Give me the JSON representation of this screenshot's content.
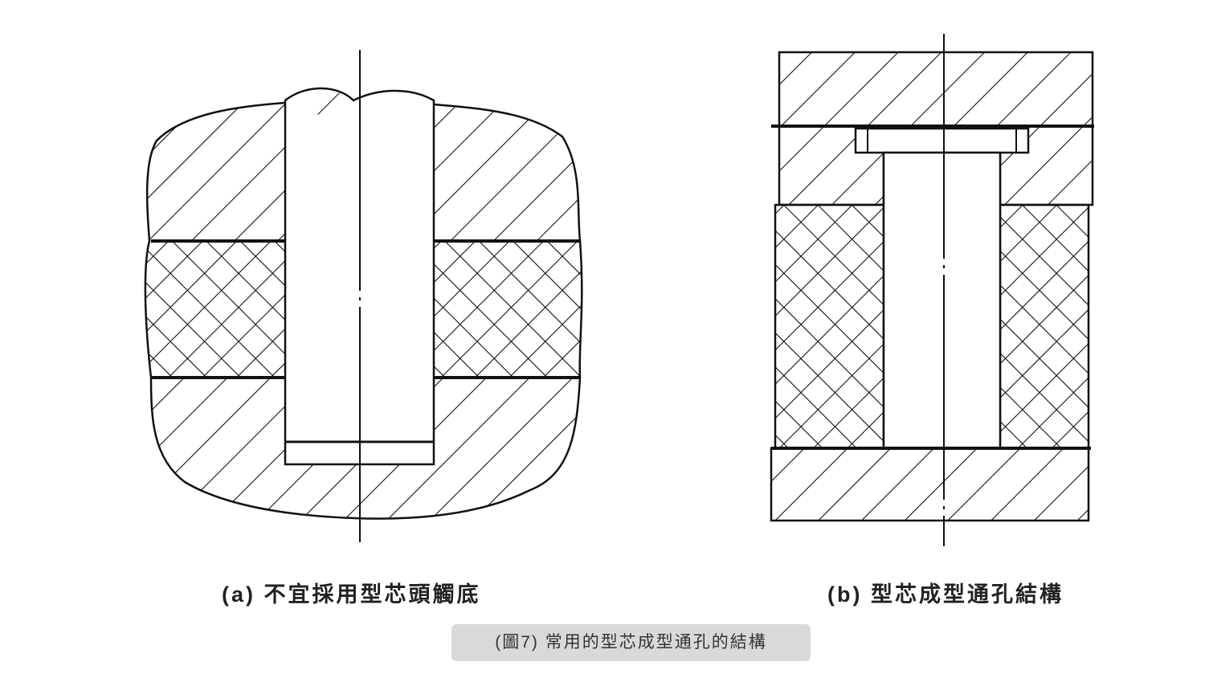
{
  "figure": {
    "panel_a_label": "(a)  不宜採用型芯頭觸底",
    "panel_b_label": "(b)  型芯成型通孔結構",
    "caption": "(圖7)  常用的型芯成型通孔的結構"
  }
}
